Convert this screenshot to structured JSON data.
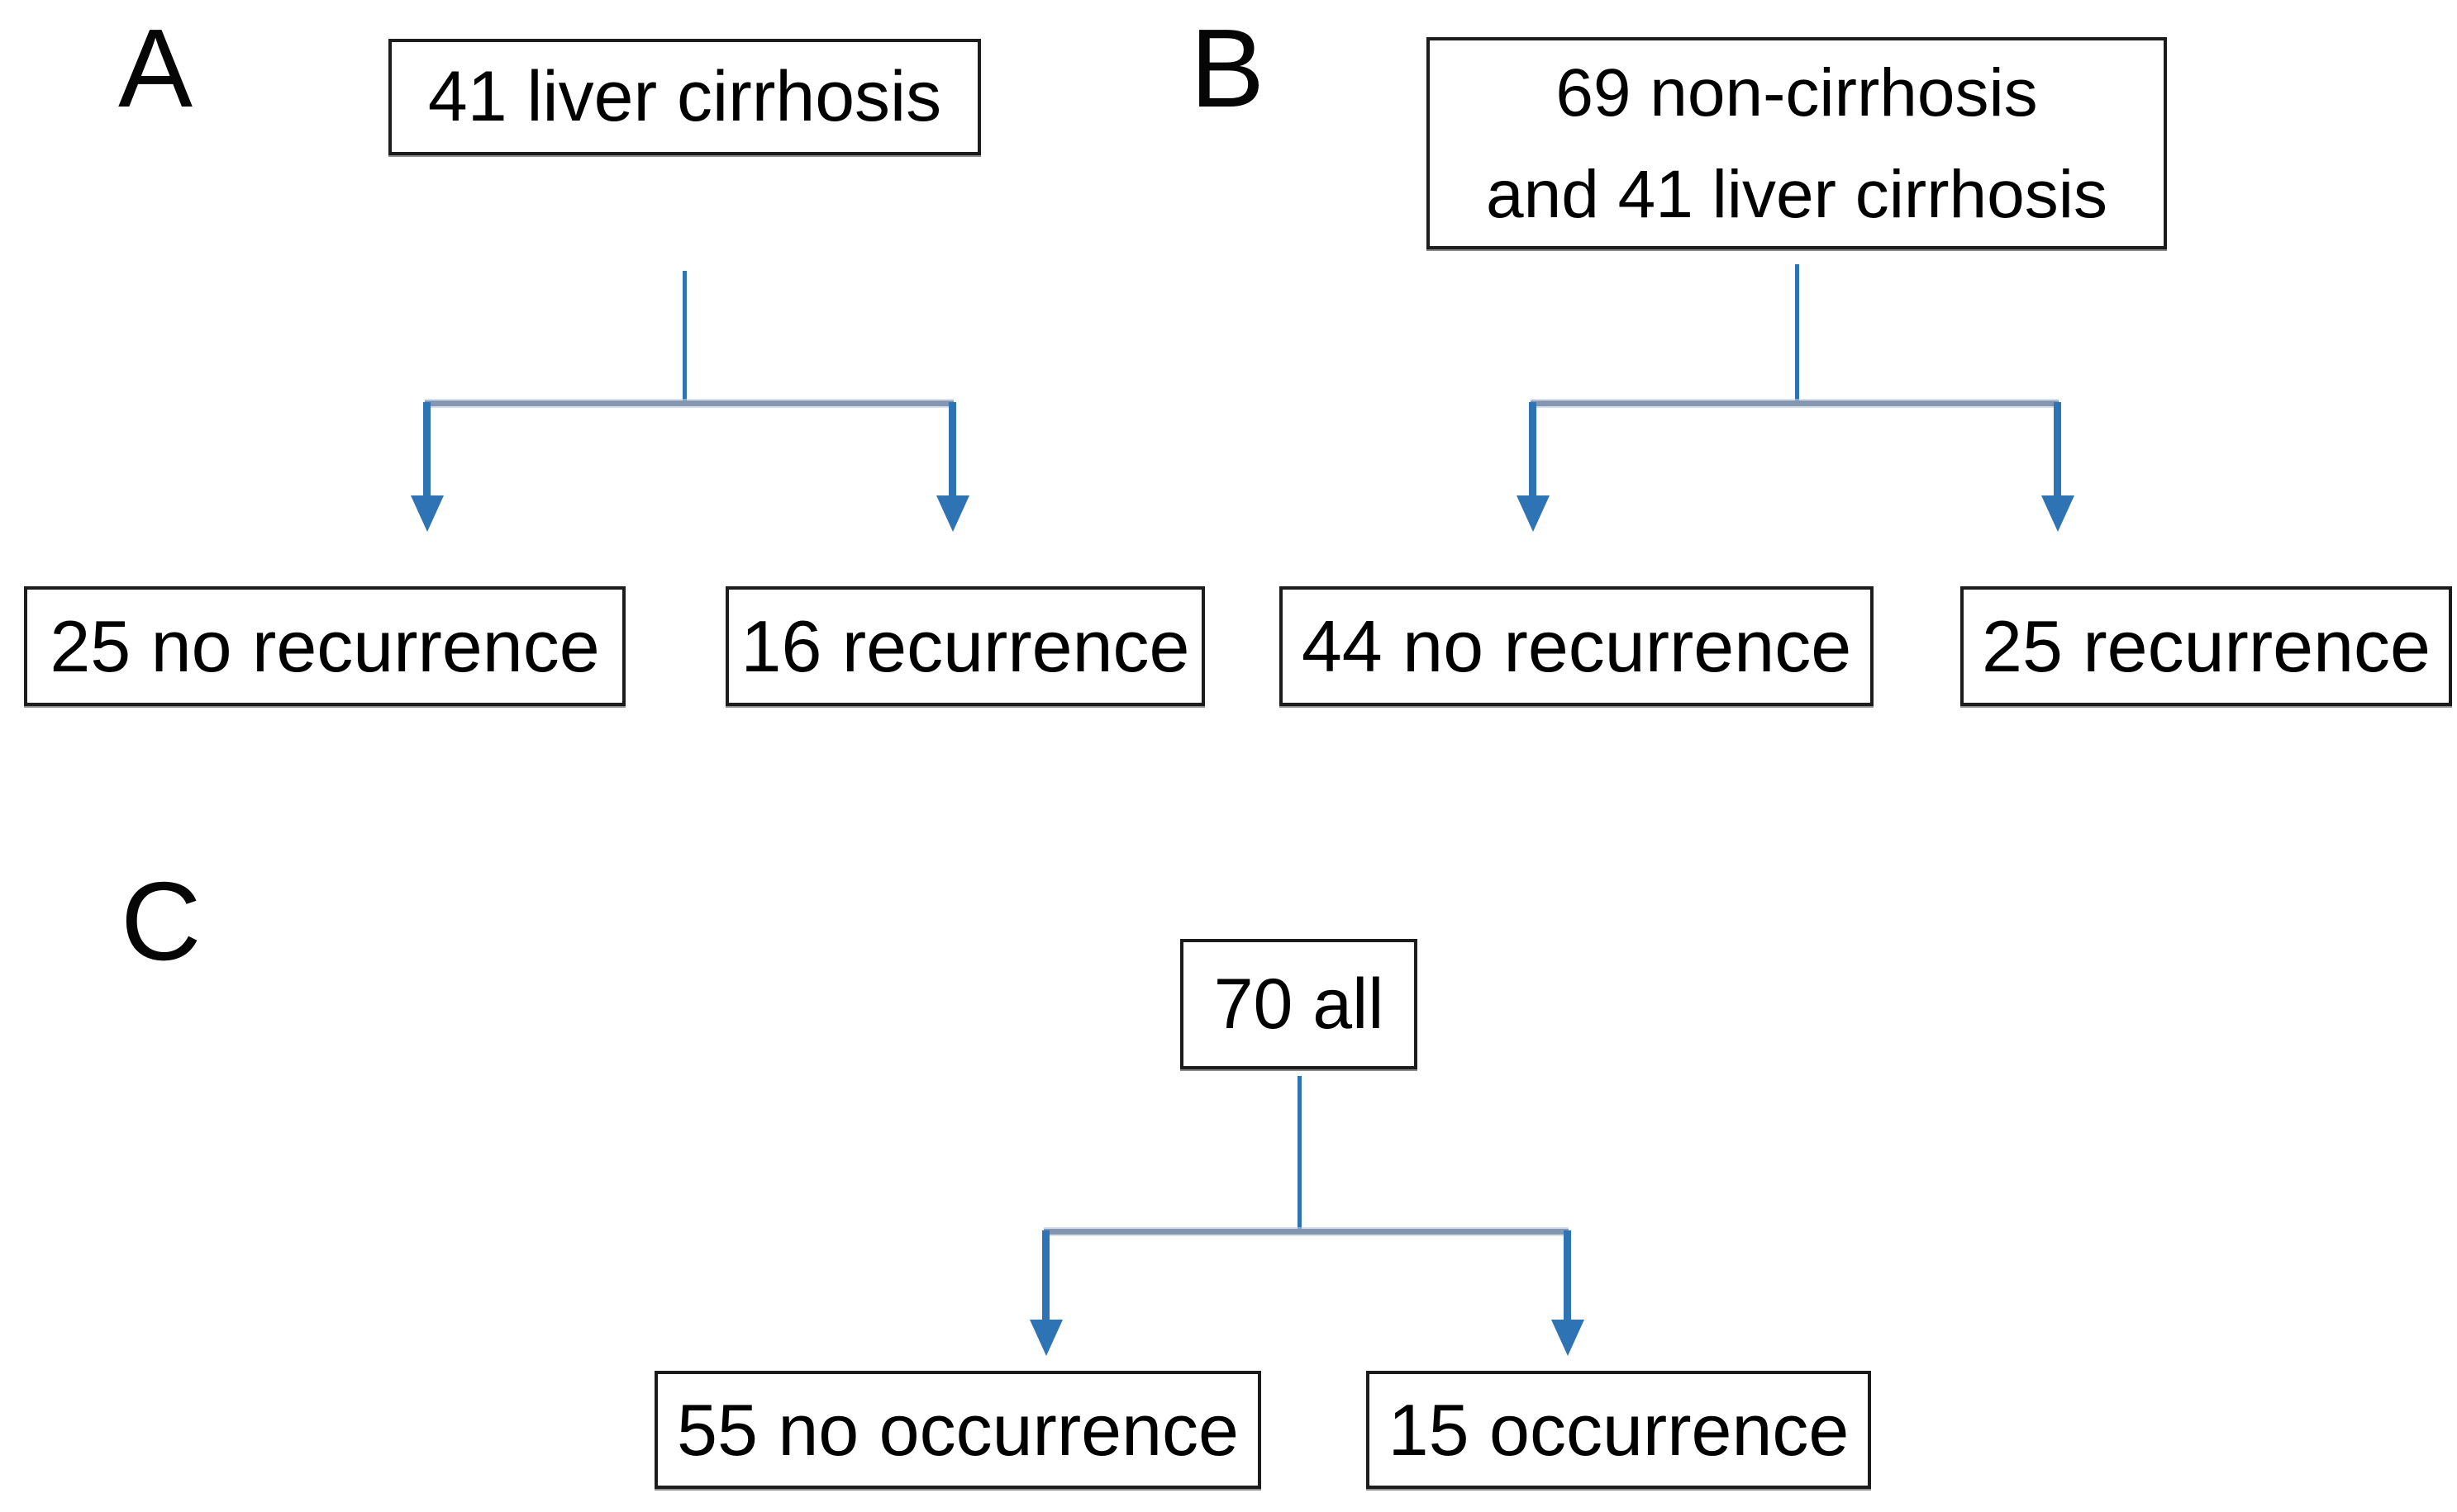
{
  "figure": {
    "background": "#FFFFFF",
    "colors": {
      "connector_blue": "#2E74B5",
      "branch_bar_gray": "#8496B0",
      "box_border": "#1C1C1C",
      "text": "#000000"
    },
    "panels": [
      {
        "label": "A",
        "root_lines": [
          "41 liver cirrhosis"
        ],
        "children": [
          "25 no recurrence",
          "16 recurrence"
        ]
      },
      {
        "label": "B",
        "root_lines": [
          "69 non-cirrhosis",
          "and 41 liver cirrhosis"
        ],
        "children": [
          "44 no recurrence",
          "25 recurrence"
        ]
      },
      {
        "label": "C",
        "root_lines": [
          "70 all"
        ],
        "children": [
          "55 no occurrence",
          "15 occurrence"
        ]
      }
    ]
  }
}
